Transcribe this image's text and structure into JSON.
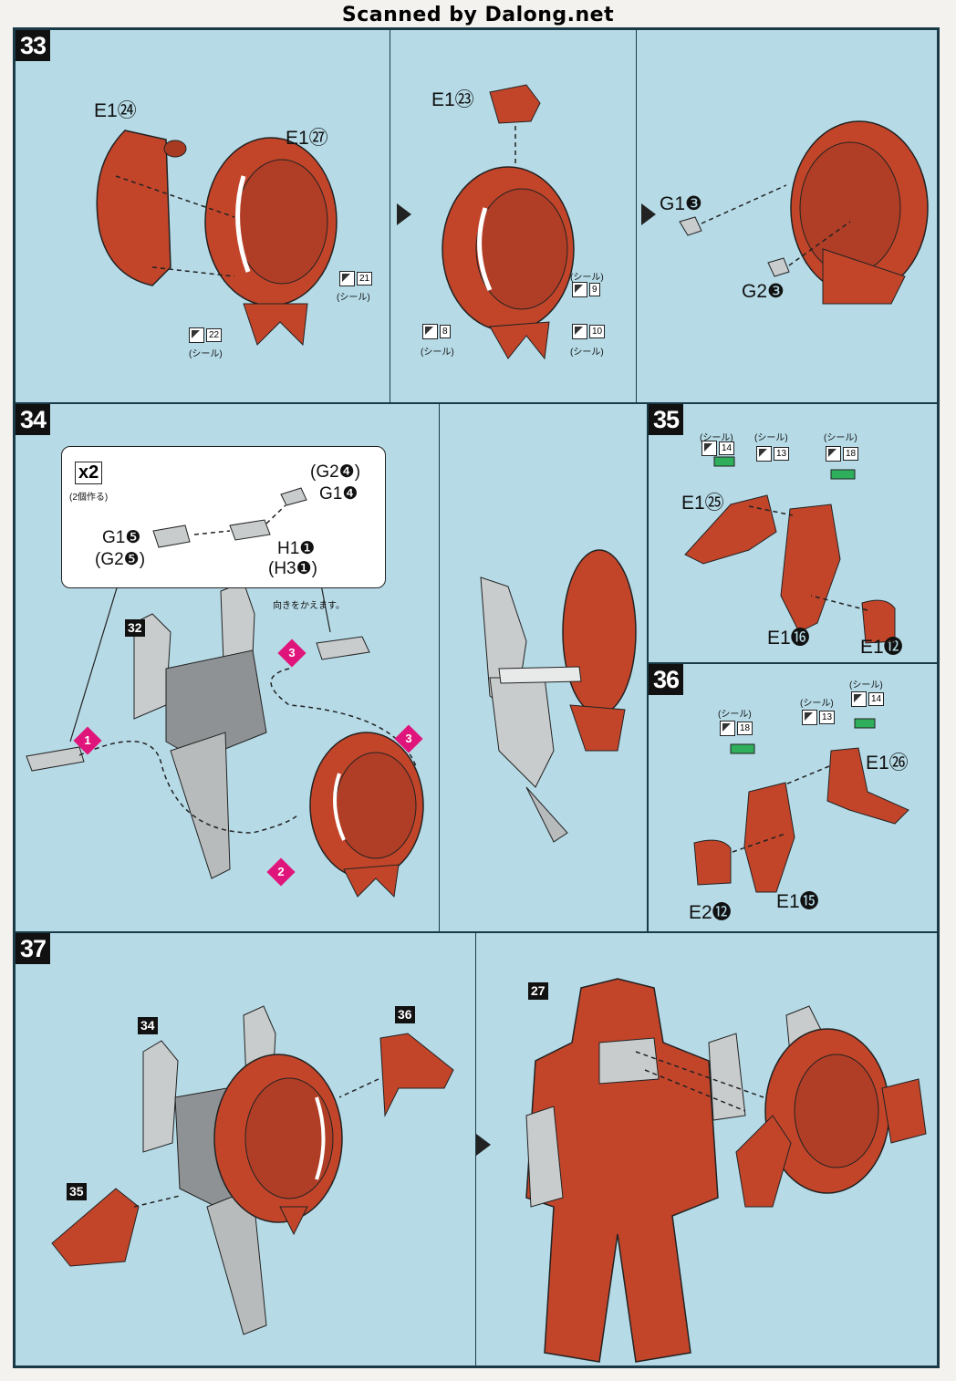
{
  "header": {
    "scan_credit": "Scanned by Dalong.net"
  },
  "colors": {
    "sheet_bg": "#b6dbe7",
    "part_red": "#c2452a",
    "part_grey": "#c9cccd",
    "sticker_green": "#2fae5c",
    "step_marker": "#e0157b"
  },
  "steps": {
    "s33": {
      "number": "33",
      "labels": {
        "e1_24": "E1㉔",
        "e1_27": "E1㉗",
        "e1_23": "E1㉓",
        "g1_3": "G1❸",
        "g2_3": "G2❸"
      },
      "seals": [
        {
          "num": "21",
          "caption": "(シール)"
        },
        {
          "num": "22",
          "caption": "(シール)"
        },
        {
          "num": "9",
          "caption": "(シール)"
        },
        {
          "num": "8",
          "caption": "(シール)"
        },
        {
          "num": "10",
          "caption": "(シール)"
        }
      ]
    },
    "s34": {
      "number": "34",
      "callout": {
        "multiplier": "x2",
        "multiplier_note": "(2個作る)",
        "labels": {
          "g2_4": "(G2❹)",
          "g1_4": "G1❹",
          "g1_5": "G1❺",
          "g2_5": "(G2❺)",
          "h1_1": "H1❶",
          "h3_1": "(H3❶)"
        }
      },
      "ref_step": "32",
      "rotate_note": "向きをかえます。",
      "step_markers": [
        "1",
        "2",
        "3",
        "3"
      ]
    },
    "s35": {
      "number": "35",
      "seals": [
        {
          "num": "14",
          "caption": "(シール)"
        },
        {
          "num": "13",
          "caption": "(シール)"
        },
        {
          "num": "18",
          "caption": "(シール)"
        }
      ],
      "labels": {
        "e1_25": "E1㉕",
        "e1_16": "E1⓰",
        "e1_12": "E1⓬"
      }
    },
    "s36": {
      "number": "36",
      "seals": [
        {
          "num": "18",
          "caption": "(シール)"
        },
        {
          "num": "13",
          "caption": "(シール)"
        },
        {
          "num": "14",
          "caption": "(シール)"
        }
      ],
      "labels": {
        "e1_26": "E1㉖",
        "e2_12": "E2⓬",
        "e1_15": "E1⓯"
      }
    },
    "s37": {
      "number": "37",
      "refs": {
        "r34": "34",
        "r36": "36",
        "r35": "35",
        "r27": "27"
      }
    }
  }
}
